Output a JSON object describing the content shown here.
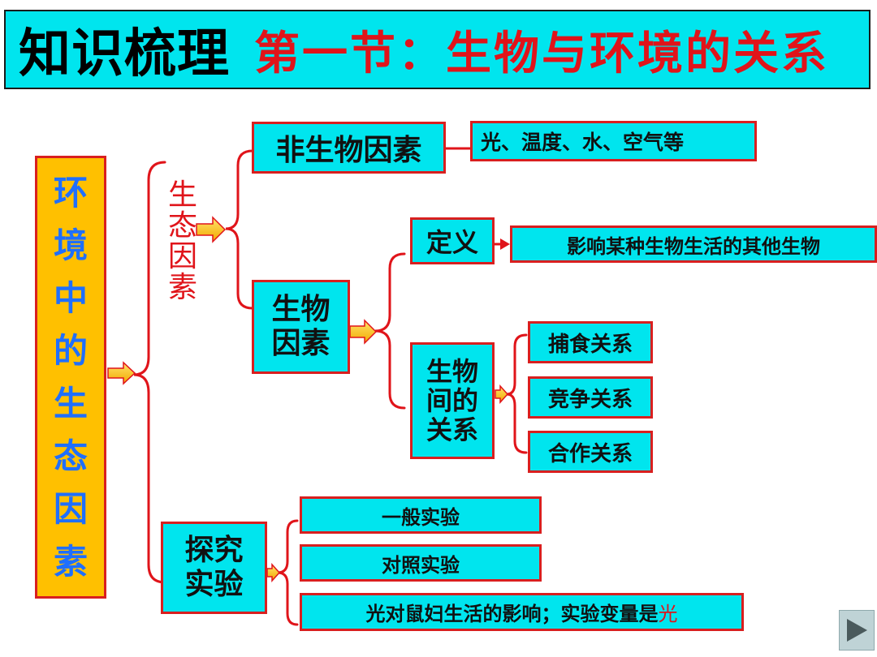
{
  "title": {
    "main": "知识梳理",
    "sub": "第一节：生物与环境的关系"
  },
  "root": "环境中的生态因素",
  "eco_factor": "生态因素",
  "abiotic": {
    "label": "非生物因素",
    "examples": "光、温度、水、空气等"
  },
  "biotic": {
    "label_line1": "生物",
    "label_line2": "因素",
    "definition_label": "定义",
    "definition_text": "影响某种生物生活的其他生物",
    "relations_label": [
      "生物",
      "间的",
      "关系"
    ],
    "relations": [
      "捕食关系",
      "竞争关系",
      "合作关系"
    ]
  },
  "experiment": {
    "label_line1": "探究",
    "label_line2": "实验",
    "items": [
      "一般实验",
      "对照实验"
    ],
    "example_prefix": "光对鼠妇生活的影响；实验变量是",
    "example_highlight": "光"
  },
  "colors": {
    "box_fill": "#00e5ee",
    "box_border": "#d91f1f",
    "root_fill": "#ffc000",
    "root_text": "#1f6fff",
    "accent_red": "#e0141a"
  },
  "icons": {
    "nav": "play-triangle-icon"
  }
}
